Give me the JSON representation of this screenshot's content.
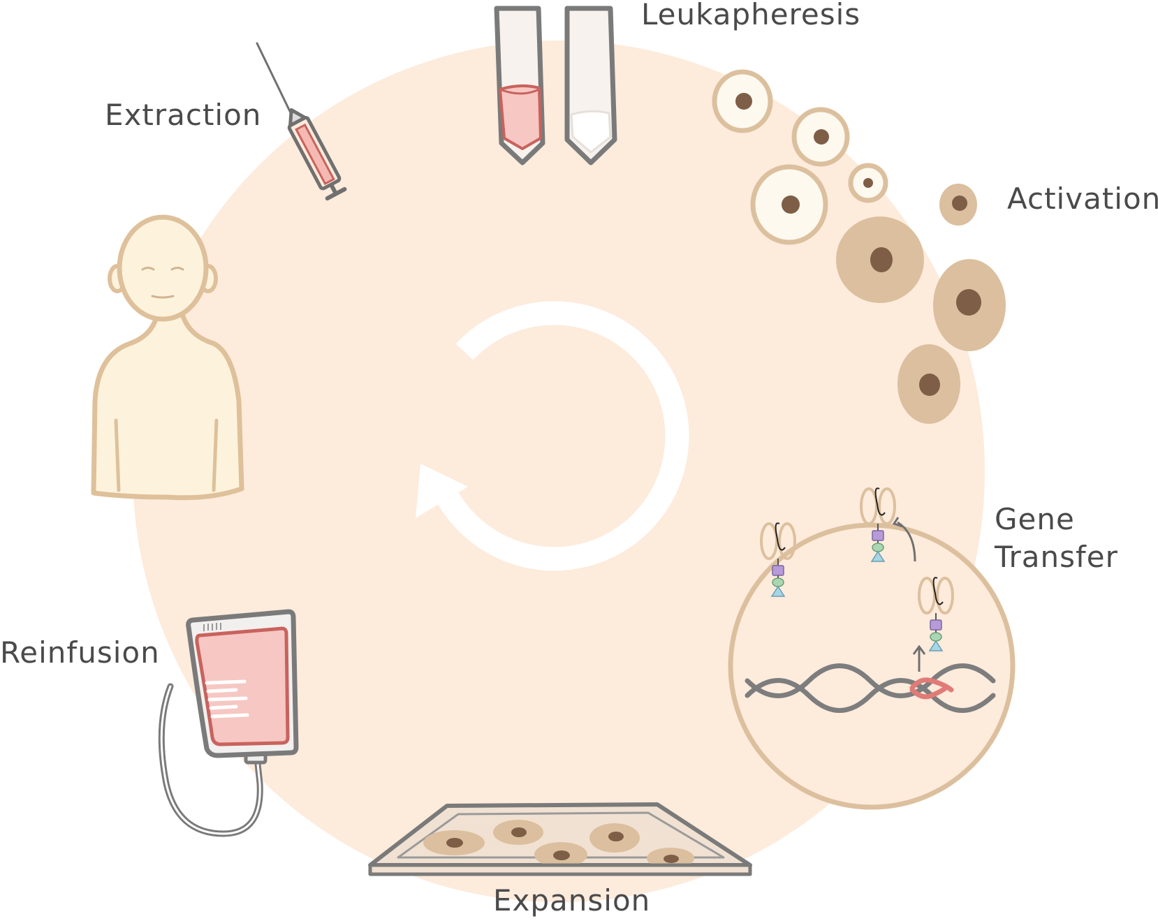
{
  "diagram": {
    "colors": {
      "background_disc": "#fdebdc",
      "cell_outline": "#dcc09e",
      "cell_fill_light": "#fdf9ef",
      "cell_fill_active": "#dbbf9e",
      "nucleus": "#7e5e46",
      "blood": "#f6c7c3",
      "blood_outline": "#c9625d",
      "equipment_gray": "#7a7a7a",
      "dna_strand": "#7d7d7d",
      "dna_insert": "#e07b77",
      "receptor_purple": "#b79ad8",
      "receptor_green": "#a9d7b2",
      "receptor_blue": "#a6d5e5",
      "skin": "#fdf3dd",
      "skin_outline": "#dec09a",
      "cycle_arrow": "#ffffff"
    },
    "icons": [
      "syringe-icon",
      "test-tubes-icon",
      "t-cell-icon",
      "cell-membrane-icon",
      "dna-helix-icon",
      "culture-tray-icon",
      "iv-bag-icon",
      "patient-icon",
      "cycle-arrow-icon"
    ],
    "steps": {
      "extraction": "Extraction",
      "leukapheresis": "Leukapheresis",
      "activation": "Activation",
      "gene_transfer_line1": "Gene",
      "gene_transfer_line2": "Transfer",
      "expansion": "Expansion",
      "reinfusion": "Reinfusion"
    }
  }
}
